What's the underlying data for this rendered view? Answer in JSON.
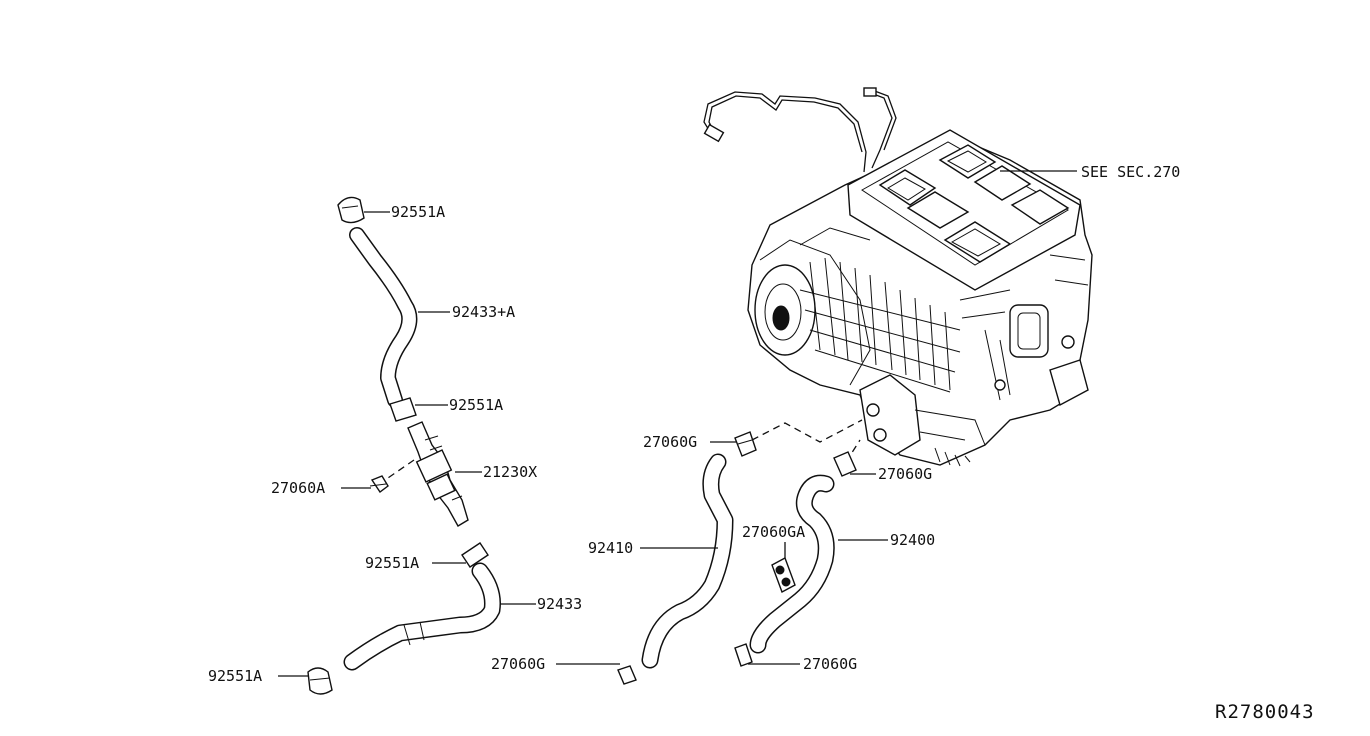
{
  "diagram": {
    "reference_code": "R2780043",
    "callouts": {
      "see_sec": "SEE SEC.270",
      "clamp_top": "92551A",
      "hose_upper": "92433+A",
      "clamp_mid": "92551A",
      "valve": "21230X",
      "bolt": "27060A",
      "clamp_lower": "92551A",
      "hose_lower": "92433",
      "clamp_bottom": "92551A",
      "clip_left_top": "27060G",
      "clip_right_top": "27060G",
      "hose_92410": "92410",
      "clip_mid": "27060GA",
      "hose_92400": "92400",
      "clip_left_bottom": "27060G",
      "clip_right_bottom": "27060G"
    }
  }
}
